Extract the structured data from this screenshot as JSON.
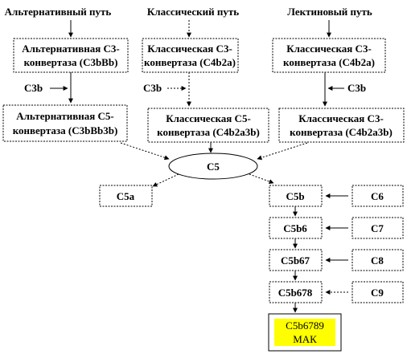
{
  "headers": {
    "alternative": "Альтернативный путь",
    "classical": "Классический путь",
    "lectin": "Лектиновый путь"
  },
  "nodes": {
    "alt_c3": {
      "line1": "Альтернативная С3-",
      "line2": "конвертаза (С3bBb)"
    },
    "cls_c3": {
      "line1": "Классическая С3-",
      "line2": "конвертаза (С4b2a)"
    },
    "lec_c3": {
      "line1": "Классическая С3-",
      "line2": "конвертаза (С4b2a)"
    },
    "alt_c5": {
      "line1": "Альтернативная С5-",
      "line2": "конвертаза (С3bBb3b)"
    },
    "cls_c5": {
      "line1": "Классическая С5-",
      "line2": "конвертаза (С4b2a3b)"
    },
    "lec_c5": {
      "line1": "Классическая С3-",
      "line2": "конвертаза (С4b2a3b)"
    },
    "c5": "С5",
    "c5a": "С5а",
    "c5b": "С5b",
    "c5b6": "С5b6",
    "c5b67": "С5b67",
    "c5b678": "С5b678",
    "c6": "С6",
    "c7": "С7",
    "c8": "С8",
    "c9": "С9",
    "mac": {
      "line1": "С5b6789",
      "line2": "МАК"
    }
  },
  "labels": {
    "c3b_alt": "С3b",
    "c3b_cls": "С3b",
    "c3b_lec": "С3b"
  },
  "colors": {
    "line": "#000000",
    "mac_fill": "#ffff00",
    "background": "#ffffff"
  }
}
